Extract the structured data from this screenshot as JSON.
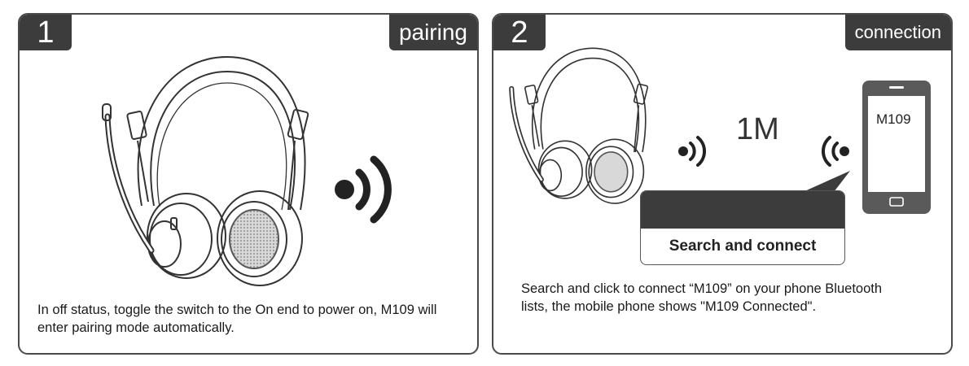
{
  "steps": [
    {
      "number": "1",
      "tag": "pairing",
      "description": "In off status, toggle the switch to the On end to power on, M109 will enter pairing mode automatically."
    },
    {
      "number": "2",
      "tag": "connection",
      "distance": "1M",
      "phone_screen_text": "M109",
      "popup_text": "Search and connect",
      "description": "Search and click to connect “M109” on your phone Bluetooth lists, the mobile phone shows \"M109 Connected\"."
    }
  ],
  "colors": {
    "border": "#4a4a4a",
    "label_bg": "#3c3c3c",
    "phone_body": "#5a5a5a"
  },
  "icons": [
    "headset-icon",
    "signal-waves-icon",
    "smartphone-icon"
  ]
}
